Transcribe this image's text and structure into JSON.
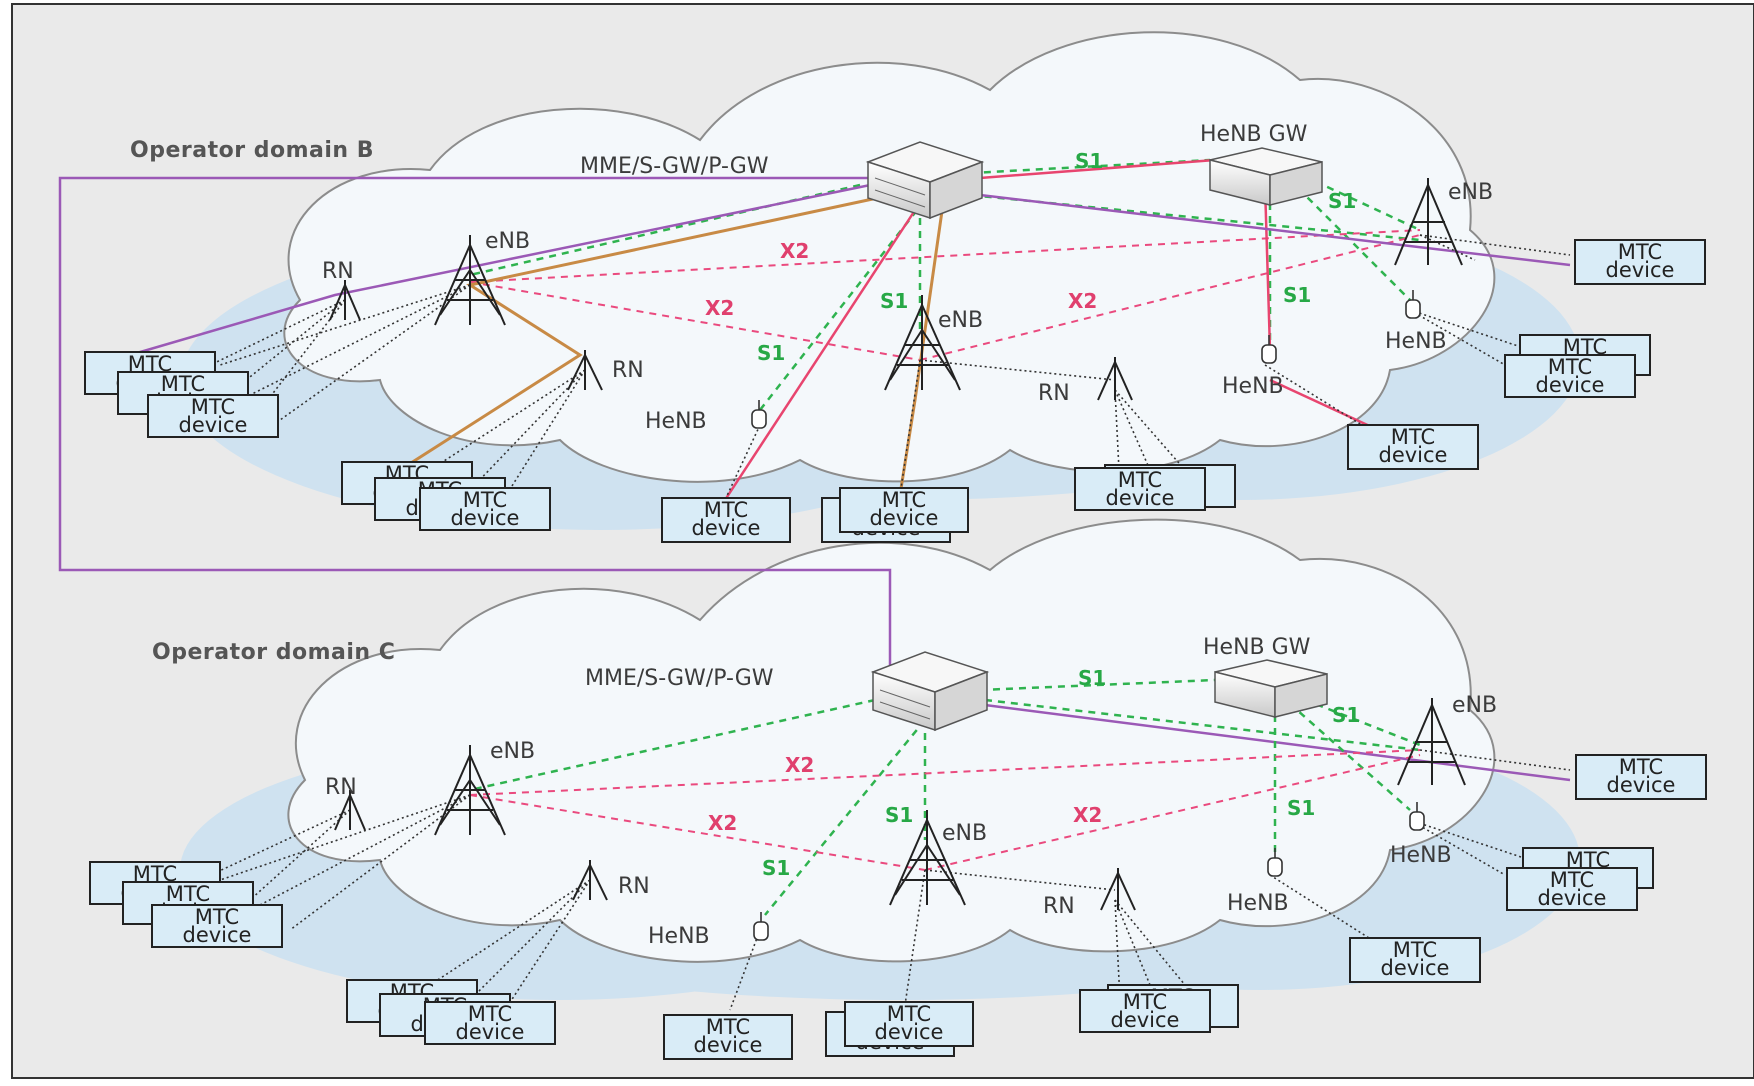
{
  "diagram": {
    "domains": [
      {
        "id": "B",
        "title": "Operator domain B",
        "core_label": "MME/S-GW/P-GW",
        "henb_gw_label": "HeNB GW",
        "enb_label": "eNB",
        "rn_label": "RN",
        "henb_label": "HeNB",
        "s1_label": "S1",
        "x2_label": "X2"
      },
      {
        "id": "C",
        "title": "Operator domain C",
        "core_label": "MME/S-GW/P-GW",
        "henb_gw_label": "HeNB GW",
        "enb_label": "eNB",
        "rn_label": "RN",
        "henb_label": "HeNB",
        "s1_label": "S1",
        "x2_label": "X2"
      }
    ],
    "device_label_line1": "MTC",
    "device_label_line2": "device"
  },
  "colors": {
    "background": "#eaeaea",
    "cloud": "#f4f8fb",
    "cloud_stroke": "#8c8c8c",
    "shadow": "#cfe2f0",
    "s1_link": "#2fb34f",
    "x2_link": "#ea4a7e",
    "inter_domain_link": "#9b59b6",
    "relay_link": "#c88a45",
    "device_link": "#e8456f",
    "device_fill": "#d9ecf7"
  }
}
